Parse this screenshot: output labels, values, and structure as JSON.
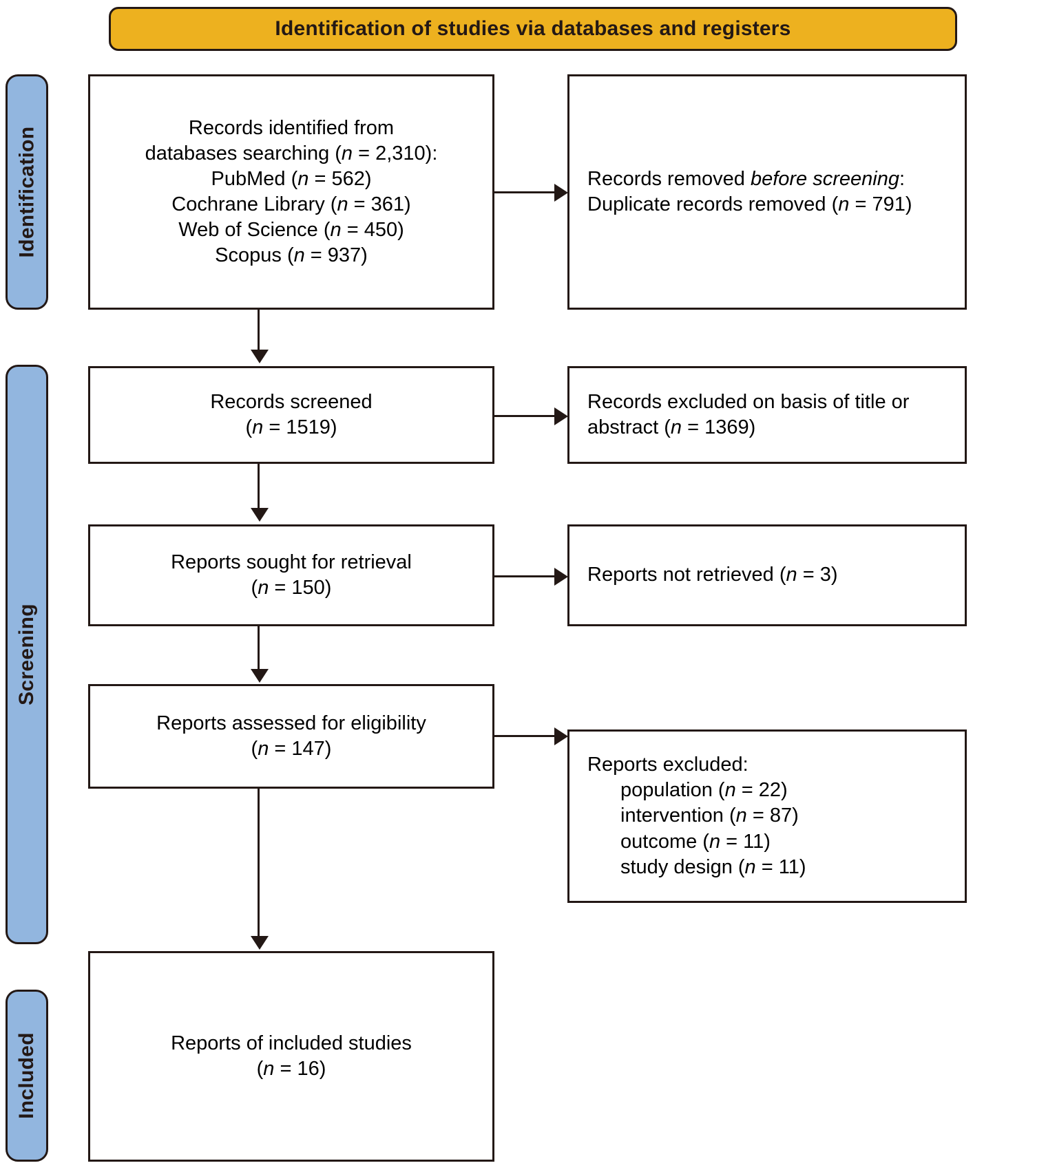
{
  "header": {
    "title": "Identification of studies via databases and registers"
  },
  "stages": [
    {
      "key": "identification",
      "label": "Identification"
    },
    {
      "key": "screening",
      "label": "Screening"
    },
    {
      "key": "included",
      "label": "Included"
    }
  ],
  "boxes": {
    "records_identified": {
      "line1": "Records identified from",
      "line2_pre": "databases searching (",
      "line2_n": "n",
      "line2_post": " = 2,310):",
      "sources": [
        {
          "name": "PubMed (",
          "n": "n",
          "value": " = 562)"
        },
        {
          "name": "Cochrane Library (",
          "n": "n",
          "value": " = 361)"
        },
        {
          "name": "Web of Science (",
          "n": "n",
          "value": " = 450)"
        },
        {
          "name": "Scopus (",
          "n": "n",
          "value": " = 937)"
        }
      ]
    },
    "records_removed": {
      "line1_pre": "Records removed ",
      "line1_em": "before screening",
      "line1_post": ":",
      "line2_pre": "Duplicate records removed (",
      "line2_n": "n",
      "line2_post": " = 791)"
    },
    "records_screened": {
      "line1": "Records screened",
      "line2_pre": "(",
      "line2_n": "n",
      "line2_post": " = 1519)"
    },
    "records_excluded": {
      "line1": "Records excluded on basis of title or",
      "line2_pre": "abstract (",
      "line2_n": "n",
      "line2_post": " = 1369)"
    },
    "reports_sought": {
      "line1": "Reports sought for retrieval",
      "line2_pre": "(",
      "line2_n": "n",
      "line2_post": " = 150)"
    },
    "reports_not_retrieved": {
      "line1_pre": "Reports not retrieved (",
      "line1_n": "n",
      "line1_post": " = 3)"
    },
    "reports_assessed": {
      "line1": "Reports assessed for eligibility",
      "line2_pre": "(",
      "line2_n": "n",
      "line2_post": " = 147)"
    },
    "reports_excluded": {
      "title": "Reports excluded:",
      "reasons": [
        {
          "label": "population (",
          "n": "n",
          "value": " = 22)"
        },
        {
          "label": "intervention (",
          "n": "n",
          "value": " = 87)"
        },
        {
          "label": "outcome (",
          "n": "n",
          "value": " = 11)"
        },
        {
          "label": "study design (",
          "n": "n",
          "value": " = 11)"
        }
      ]
    },
    "included_studies": {
      "line1": "Reports of included studies",
      "line2_pre": "(",
      "line2_n": "n",
      "line2_post": " = 16)"
    }
  },
  "colors": {
    "banner_fill": "#EDB11F",
    "stage_fill": "#92B6DF",
    "stroke": "#231815",
    "box_fill": "#FFFFFF"
  }
}
